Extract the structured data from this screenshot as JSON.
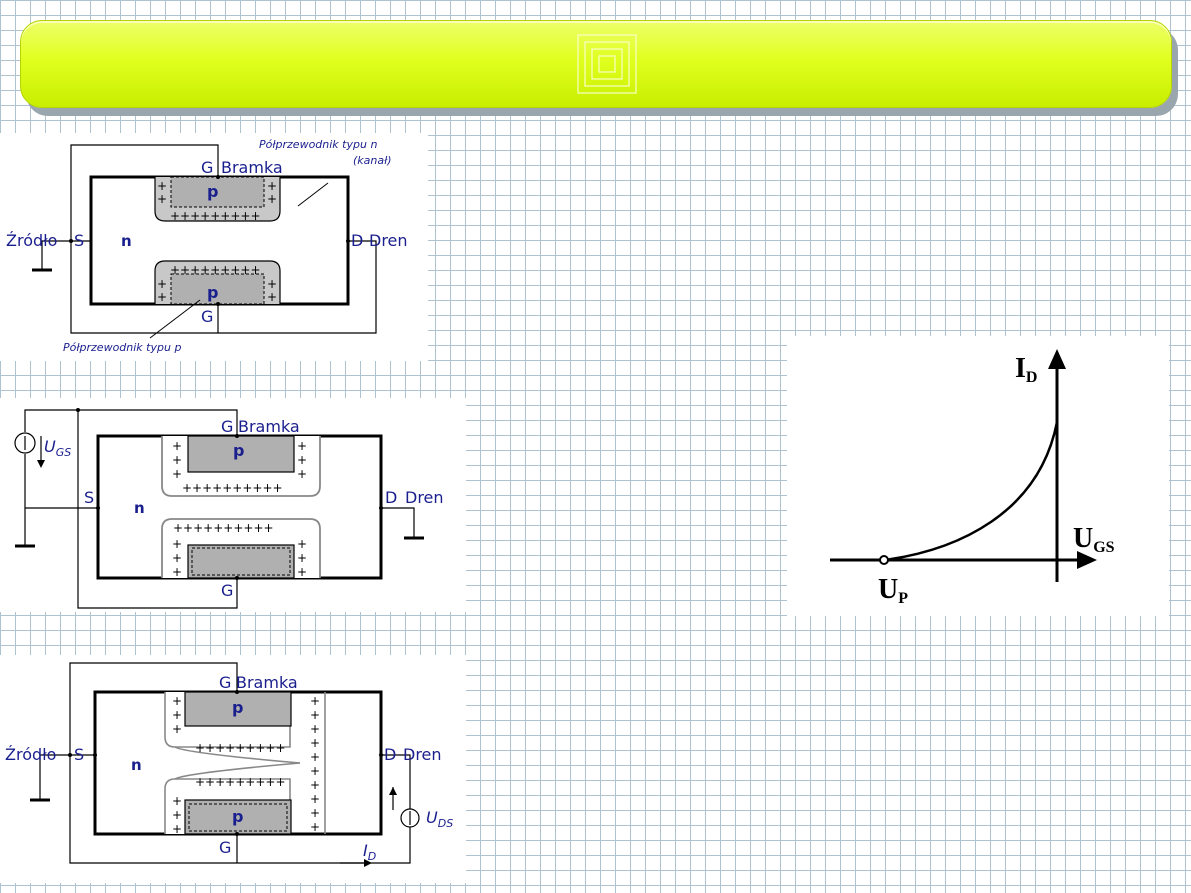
{
  "diagram1": {
    "source_label": "Źródło",
    "s": "S",
    "d": "D",
    "drain_label": "Dren",
    "g_top": "G",
    "gate_label": "Bramka",
    "g_bottom": "G",
    "n": "n",
    "p_top": "p",
    "p_bottom": "p",
    "ntype_line1": "Półprzewodnik typu n",
    "ntype_line2": "(kanał)",
    "ptype": "Półprzewodnik typu p"
  },
  "diagram2": {
    "u_main": "U",
    "u_sub": "GS",
    "s": "S",
    "d": "D",
    "drain_label": "Dren",
    "g_top": "G",
    "gate_label": "Bramka",
    "g_bottom": "G",
    "n": "n",
    "p_top": "p"
  },
  "diagram3": {
    "source_label": "Źródło",
    "s": "S",
    "d": "D",
    "drain_label": "Dren",
    "g_top": "G",
    "gate_label": "Bramka",
    "g_bottom": "G",
    "n": "n",
    "p_top": "p",
    "p_bottom": "p",
    "uds_main": "U",
    "uds_sub": "DS",
    "id_main": "I",
    "id_sub": "D"
  },
  "graph": {
    "y_main": "I",
    "y_sub": "D",
    "x_main": "U",
    "x_sub": "GS",
    "p_main": "U",
    "p_sub": "P"
  }
}
